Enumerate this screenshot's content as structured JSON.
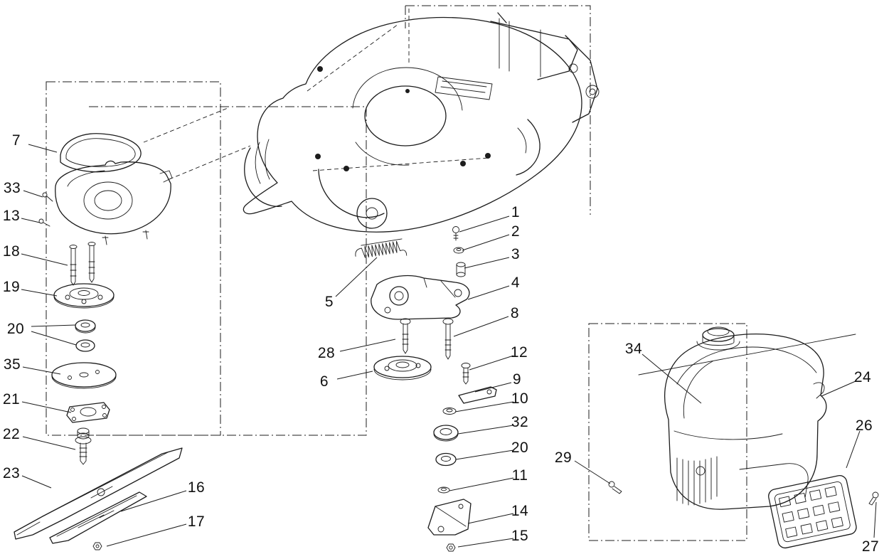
{
  "figure": {
    "type": "exploded-parts-diagram",
    "background_color": "#ffffff",
    "line_color": "#1c1c1c",
    "callouts": [
      {
        "label": "7"
      },
      {
        "label": "33"
      },
      {
        "label": "13"
      },
      {
        "label": "18"
      },
      {
        "label": "19"
      },
      {
        "label": "20"
      },
      {
        "label": "35"
      },
      {
        "label": "21"
      },
      {
        "label": "22"
      },
      {
        "label": "23"
      },
      {
        "label": "16"
      },
      {
        "label": "17"
      },
      {
        "label": "5"
      },
      {
        "label": "28"
      },
      {
        "label": "6"
      },
      {
        "label": "1"
      },
      {
        "label": "2"
      },
      {
        "label": "3"
      },
      {
        "label": "4"
      },
      {
        "label": "8"
      },
      {
        "label": "12"
      },
      {
        "label": "9"
      },
      {
        "label": "10"
      },
      {
        "label": "32"
      },
      {
        "label": "20"
      },
      {
        "label": "11"
      },
      {
        "label": "14"
      },
      {
        "label": "15"
      },
      {
        "label": "34"
      },
      {
        "label": "24"
      },
      {
        "label": "26"
      },
      {
        "label": "29"
      },
      {
        "label": "27"
      }
    ]
  }
}
